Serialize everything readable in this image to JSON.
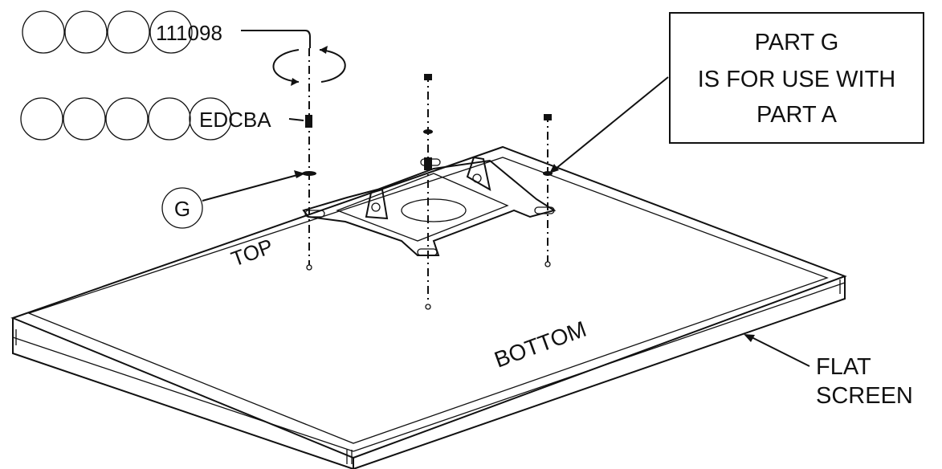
{
  "callouts": {
    "row1_numbers": "111098",
    "row2_letters": "EDCBA",
    "part_g": "G"
  },
  "note": {
    "line1": "PART G",
    "line2": "IS FOR USE WITH",
    "line3": "PART A"
  },
  "labels": {
    "top": "TOP",
    "bottom": "BOTTOM",
    "flat": "FLAT",
    "screen": "SCREEN"
  }
}
